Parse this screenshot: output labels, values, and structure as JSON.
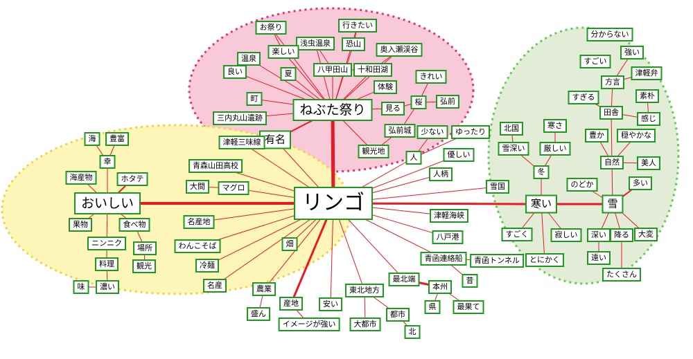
{
  "colors": {
    "node_border": "#1d9a1d",
    "link": "#e8191f",
    "pink_region_fill": "#f8c9d9",
    "pink_region_border": "#e5307a",
    "yellow_region_fill": "#fdf6b8",
    "yellow_region_border": "#f2d23d",
    "green_region_fill": "#e3ecd7",
    "green_region_border": "#5fce52"
  },
  "map": {
    "center": "リンゴ",
    "nodes": {
      "ringo": "リンゴ",
      "yumei": "有名",
      "nebuta": "ねぶた祭り",
      "oishii": "おいしい",
      "samui": "寒い",
      "yuki": "雪",
      "omatsuri": "お祭り",
      "ikitai": "行きたい",
      "asakusa": "浅虫温泉",
      "tanoshii": "楽しい",
      "osorezan": "恐山",
      "onsen": "温泉",
      "okuiri": "奥入瀬渓谷",
      "yoi": "良い",
      "natsu": "夏",
      "hakkoda": "八甲田山",
      "towada": "十和田湖",
      "kirei": "きれい",
      "taiken": "体験",
      "machi": "町",
      "sakura": "桜",
      "hirosaki": "弘前",
      "miru": "見る",
      "sannai": "三内丸山遺跡",
      "hirosakijo": "弘前城",
      "kankochi": "観光地",
      "tsugarushamisen": "津軽三味線",
      "aomoriyamada": "青森山田高校",
      "oma": "大間",
      "maguro": "マグロ",
      "meisanchi": "名産地",
      "wanko": "わんこそば",
      "reimen": "冷麺",
      "meisan": "名産",
      "hatake": "畑",
      "nosaku": "農業",
      "sakan": "盛ん",
      "sanchi": "産地",
      "image": "イメージが強い",
      "yasui": "安い",
      "tohoku": "東北地方",
      "daitoshi": "大都市",
      "toshi": "都市",
      "kita": "北",
      "saihokutan": "最北端",
      "honshu": "本州",
      "ken": "県",
      "saihate": "最果て",
      "mukashi": "昔",
      "seikanrenrakusen": "青函連絡船",
      "seikantunnel": "青函トンネル",
      "hachinohe": "八戸港",
      "tsugarukaikyo": "津軽海峡",
      "yukiguni": "雪国",
      "hitogara": "人柄",
      "yasashii": "優しい",
      "hito": "人",
      "sukunai": "少ない",
      "yukkuri": "ゆったり",
      "umi": "海",
      "hofu": "豊富",
      "sachi": "幸",
      "kaisanbutsu": "海産物",
      "hotate": "ホタテ",
      "kudamono": "果物",
      "tabemono": "食べ物",
      "ninniku": "ニンニク",
      "basho": "場所",
      "ryori": "料理",
      "kanko": "観光",
      "aji": "味",
      "koi": "濃い",
      "wakaranai": "分からない",
      "sugoi_top": "すごい",
      "tsuyoi": "強い",
      "hogen": "方言",
      "tsugaruben": "津軽弁",
      "sugiru": "すぎる",
      "sobaku": "素朴",
      "inaka": "田舎",
      "kanji": "感じ",
      "hokkoku": "北国",
      "samusa": "寒さ",
      "yukibukai": "雪深い",
      "kibishii": "厳しい",
      "yutaka": "豊か",
      "odayaka": "穏やかな",
      "fuyu": "冬",
      "shizen": "自然",
      "bijin": "美人",
      "nodoka": "のどか",
      "ooi": "多い",
      "sugoku": "すごく",
      "sabishii": "寂しい",
      "fukai": "深い",
      "furu": "降る",
      "taihen": "大変",
      "tonikaku": "とにかく",
      "toi": "遠い",
      "takusan": "たくさん"
    }
  }
}
